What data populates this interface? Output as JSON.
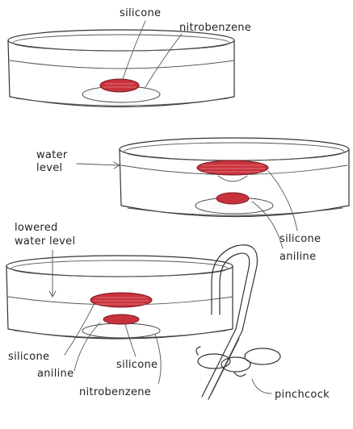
{
  "figure": {
    "panel_top": {
      "labels": {
        "silicone": "silicone",
        "nitrobenzene": "nitrobenzene"
      }
    },
    "panel_middle": {
      "labels": {
        "water_level": [
          "water",
          "level"
        ],
        "silicone": "silicone",
        "aniline": "aniline"
      }
    },
    "panel_bottom": {
      "labels": {
        "lowered_water_level": [
          "lowered",
          "water level"
        ],
        "silicone_left": "silicone",
        "aniline": "aniline",
        "silicone_center": "silicone",
        "nitrobenzene": "nitrobenzene",
        "pinchcock": "pinchcock"
      }
    },
    "colors": {
      "silicone_drop": "#c8323c",
      "ink": "#333333"
    }
  }
}
